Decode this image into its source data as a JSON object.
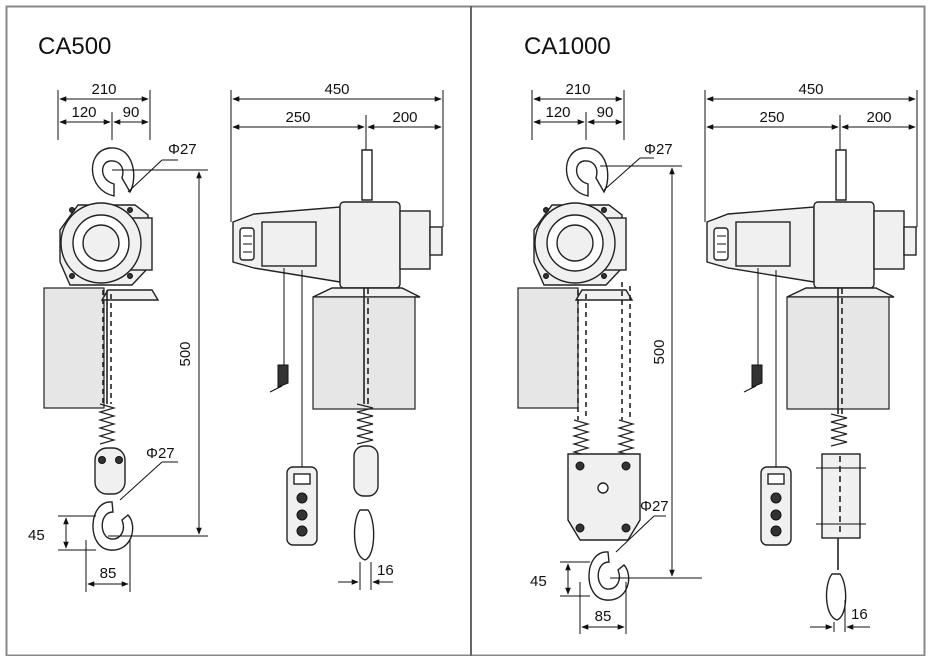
{
  "panels": [
    {
      "model": "CA500",
      "dims": {
        "width_total": "210",
        "width_left": "120",
        "width_right": "90",
        "hook_top": "Φ27",
        "height": "500",
        "hook_bottom": "Φ27",
        "hook_drop": "45",
        "hook_width": "85",
        "side_total": "450",
        "side_left": "250",
        "side_right": "200",
        "chain_width": "16"
      }
    },
    {
      "model": "CA1000",
      "dims": {
        "width_total": "210",
        "width_left": "120",
        "width_right": "90",
        "hook_top": "Φ27",
        "height": "500",
        "hook_bottom": "Φ27",
        "hook_drop": "45",
        "hook_width": "85",
        "side_total": "450",
        "side_left": "250",
        "side_right": "200",
        "chain_width": "16"
      }
    }
  ]
}
